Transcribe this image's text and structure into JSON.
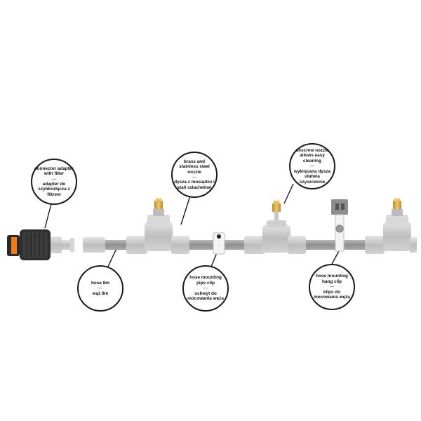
{
  "callouts": {
    "connector": {
      "en": "connector adapter with filter",
      "dash": "—",
      "pl": "adapter do szybkozłącza z filtrem"
    },
    "brass_nozzle": {
      "en": "brass and stainless steel nozzle",
      "dash": "—",
      "pl": "dysza z mosiądzu i stali szlachetnej"
    },
    "unscrew_nozzle": {
      "en": "unscrew nozzle allows easy cleaning",
      "dash": "—",
      "pl": "wykręcana dysza ułatwia czyszczenie"
    },
    "hose": {
      "en": "hose 8m",
      "dash": "—",
      "pl": "wąż 8m"
    },
    "pipe_clip": {
      "en": "hose mounting pipe clip",
      "dash": "—",
      "pl": "uchwyt do mocowania węża"
    },
    "hang_clip": {
      "en": "hose mounting hang clip",
      "dash": "—",
      "pl": "klips do mocowania węża"
    }
  },
  "colors": {
    "hose": "#9a9a9a",
    "fitting": "#c9c9c9",
    "connector_body": "#2a2a2a",
    "connector_accent": "#f07b1c",
    "brass": "#d9a84a",
    "outline": "#1a1a1a"
  }
}
